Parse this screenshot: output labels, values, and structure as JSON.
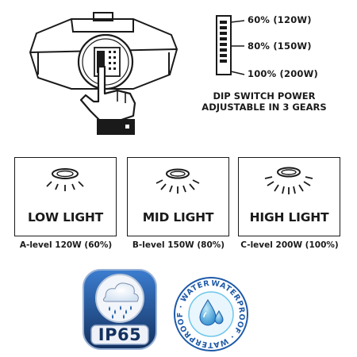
{
  "dip_switch": {
    "options": [
      "60% (120W)",
      "80% (150W)",
      "100% (200W)"
    ],
    "caption_lines": [
      "DIP SWITCH POWER",
      "ADJUSTABLE IN 3 GEARS"
    ]
  },
  "modes": [
    {
      "title": "LOW LIGHT",
      "level": "A-level 120W (60%)"
    },
    {
      "title": "MID LIGHT",
      "level": "B-level 150W (80%)"
    },
    {
      "title": "HIGH LIGHT",
      "level": "C-level 200W (100%)"
    }
  ],
  "badges": {
    "ip_rating": "IP65",
    "waterproof_ring": "WATERPROOF · WATERPROOF · WATERPROOF ·"
  },
  "colors": {
    "ink": "#1a1a1a",
    "badge_blue": "#1e5aa8",
    "badge_dark": "#13315f",
    "water_light": "#6ec6ea"
  }
}
